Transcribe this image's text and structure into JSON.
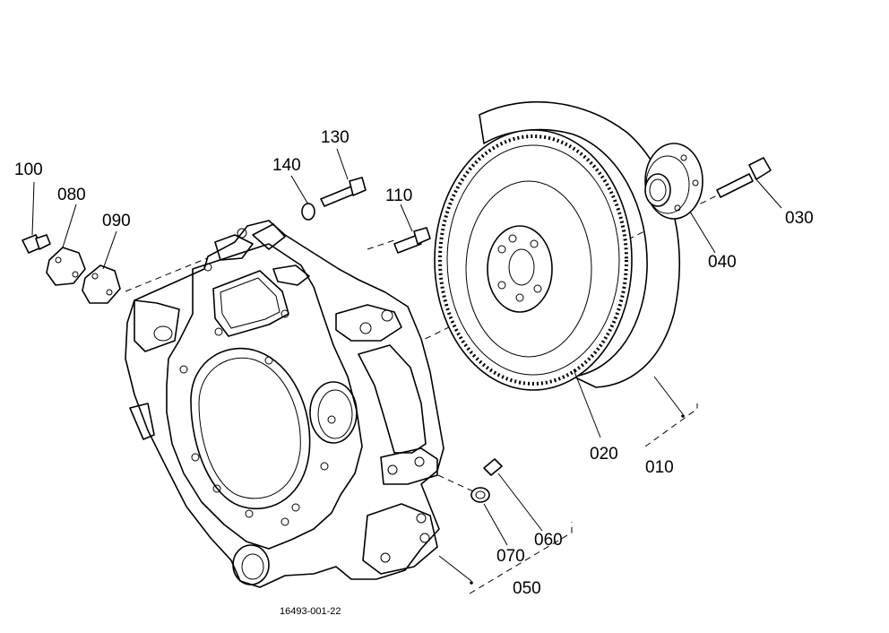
{
  "diagram": {
    "reference_code": "16493-001-22",
    "parts": [
      {
        "id": "p010",
        "label": "010"
      },
      {
        "id": "p020",
        "label": "020"
      },
      {
        "id": "p030",
        "label": "030"
      },
      {
        "id": "p040",
        "label": "040"
      },
      {
        "id": "p050",
        "label": "050"
      },
      {
        "id": "p060",
        "label": "060"
      },
      {
        "id": "p070",
        "label": "070"
      },
      {
        "id": "p080",
        "label": "080"
      },
      {
        "id": "p090",
        "label": "090"
      },
      {
        "id": "p100",
        "label": "100"
      },
      {
        "id": "p110",
        "label": "110"
      },
      {
        "id": "p130",
        "label": "130"
      },
      {
        "id": "p140",
        "label": "140"
      }
    ]
  }
}
